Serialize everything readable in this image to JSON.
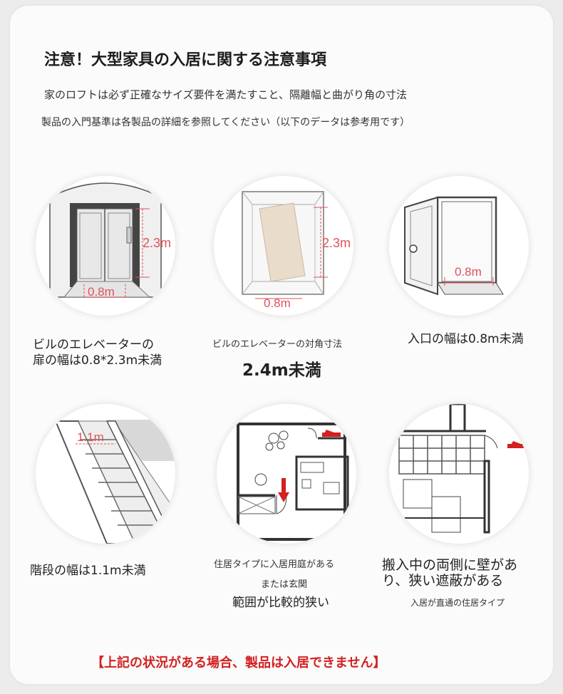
{
  "header": {
    "title": "注意！大型家具の入居に関する注意事項",
    "line1": "家のロフトは必ず正確なサイズ要件を満たすこと、隔離幅と曲がり角の寸法",
    "line2": "製品の入門基準は各製品の詳細を参照してください（以下のデータは参考用です）"
  },
  "items": [
    {
      "caption_line1": "ビルのエレベーターの",
      "caption_line2": "扉の幅は0.8*2.3m未満",
      "dim_h": "2.3m",
      "dim_w": "0.8m",
      "icon": "elevator-door-icon"
    },
    {
      "caption_small": "ビルのエレベーターの対角寸法",
      "caption_big": "2.4m未満",
      "dim_h": "2.3m",
      "dim_w": "0.8m",
      "icon": "elevator-diagonal-icon"
    },
    {
      "caption_line1": "入口の幅は0.8m未満",
      "dim_w": "0.8m",
      "icon": "entrance-door-icon"
    },
    {
      "caption_line1": "階段の幅は1.1m未満",
      "dim_w": "1.1m",
      "icon": "staircase-icon"
    },
    {
      "caption_line1": "住居タイプに入居用庭がある",
      "caption_line2": "または玄関",
      "caption_line3": "範囲が比較的狭い",
      "icon": "floor-plan-icon"
    },
    {
      "caption_line1": "搬入中の両側に壁があ",
      "caption_line2": "り、狭い遮蔽がある",
      "caption_line3": "入居が直通の住居タイプ",
      "icon": "narrow-corridor-icon"
    }
  ],
  "footer": "【上記の状況がある場合、製品は入居できません】",
  "colors": {
    "accent_red": "#d22121",
    "dim_red": "#e0525a"
  }
}
